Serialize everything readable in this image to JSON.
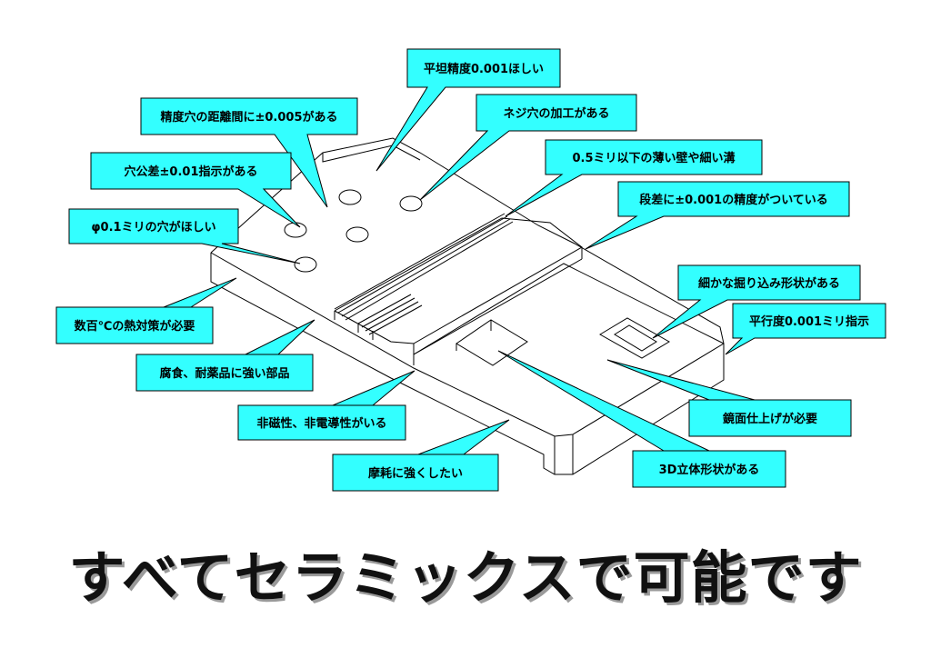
{
  "colors": {
    "callout_fill": "#33ffff",
    "callout_stroke": "#000000",
    "line": "#000000"
  },
  "callouts": [
    {
      "id": "flatness",
      "text": "平坦精度0.001ほしい"
    },
    {
      "id": "hole-pitch",
      "text": "精度穴の距離間に±0.005がある"
    },
    {
      "id": "screw-hole",
      "text": "ネジ穴の加工がある"
    },
    {
      "id": "thin-wall",
      "text": "0.5ミリ以下の薄い壁や細い溝"
    },
    {
      "id": "hole-tolerance",
      "text": "穴公差±0.01指示がある"
    },
    {
      "id": "step-precision",
      "text": "段差に±0.001の精度がついている"
    },
    {
      "id": "micro-hole",
      "text": "φ0.1ミリの穴がほしい"
    },
    {
      "id": "fine-pocket",
      "text": "細かな掘り込み形状がある"
    },
    {
      "id": "parallelism",
      "text": "平行度0.001ミリ指示"
    },
    {
      "id": "heat",
      "text": "数百℃の熱対策が必要"
    },
    {
      "id": "corrosion",
      "text": "腐食、耐薬品に強い部品"
    },
    {
      "id": "mirror",
      "text": "鏡面仕上げが必要"
    },
    {
      "id": "nonmagnetic",
      "text": "非磁性、非電導性がいる"
    },
    {
      "id": "wear",
      "text": "摩耗に強くしたい"
    },
    {
      "id": "3d-shape",
      "text": "3D立体形状がある"
    }
  ],
  "headline": "すべてセラミックスで可能です"
}
